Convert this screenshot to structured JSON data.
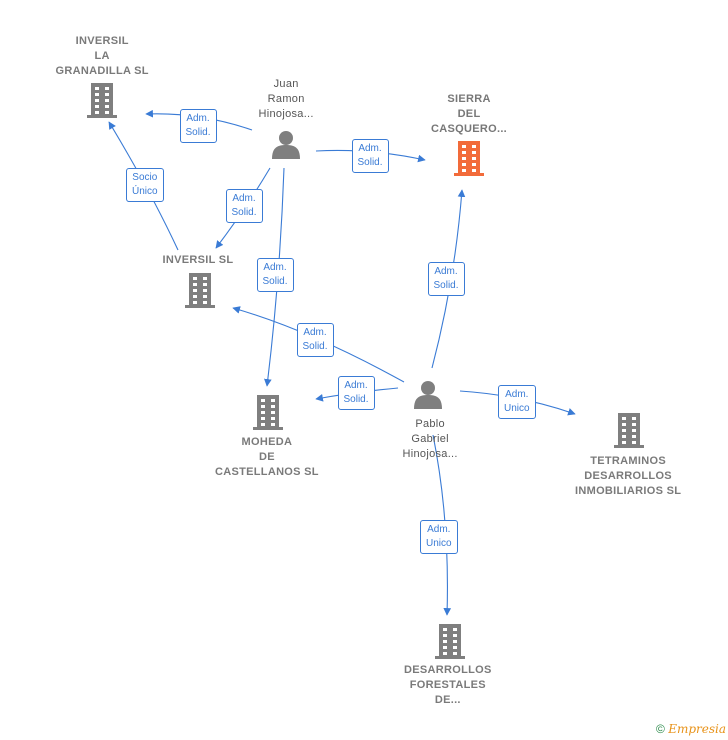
{
  "nodes": [
    {
      "id": "inversil_la_granadilla",
      "type": "company",
      "label": "INVERSIL\nLA\nGRANADILLA SL"
    },
    {
      "id": "juan_ramon",
      "type": "person",
      "label": "Juan\nRamon\nHinojosa..."
    },
    {
      "id": "sierra_del_casquero",
      "type": "company",
      "focus": true,
      "label": "SIERRA\nDEL\nCASQUERO..."
    },
    {
      "id": "inversil_sl",
      "type": "company",
      "label": "INVERSIL SL"
    },
    {
      "id": "moheda",
      "type": "company",
      "label": "MOHEDA\nDE\nCASTELLANOS SL"
    },
    {
      "id": "pablo_gabriel",
      "type": "person",
      "label": "Pablo\nGabriel\nHinojosa..."
    },
    {
      "id": "tetraminos",
      "type": "company",
      "label": "TETRAMINOS\nDESARROLLOS\nINMOBILIARIOS SL"
    },
    {
      "id": "desarrollos_forestales",
      "type": "company",
      "label": "DESARROLLOS\nFORESTALES\nDE..."
    }
  ],
  "edges": [
    {
      "from": "juan_ramon",
      "to": "inversil_la_granadilla",
      "label": "Adm.\nSolid."
    },
    {
      "from": "juan_ramon",
      "to": "sierra_del_casquero",
      "label": "Adm.\nSolid."
    },
    {
      "from": "inversil_sl",
      "to": "inversil_la_granadilla",
      "label": "Socio\nÚnico"
    },
    {
      "from": "juan_ramon",
      "to": "inversil_sl",
      "label": "Adm.\nSolid."
    },
    {
      "from": "juan_ramon",
      "to": "moheda",
      "label": "Adm.\nSolid."
    },
    {
      "from": "pablo_gabriel",
      "to": "sierra_del_casquero",
      "label": "Adm.\nSolid."
    },
    {
      "from": "pablo_gabriel",
      "to": "inversil_sl",
      "label": "Adm.\nSolid."
    },
    {
      "from": "pablo_gabriel",
      "to": "moheda",
      "label": "Adm.\nSolid."
    },
    {
      "from": "pablo_gabriel",
      "to": "tetraminos",
      "label": "Adm.\nUnico"
    },
    {
      "from": "pablo_gabriel",
      "to": "desarrollos_forestales",
      "label": "Adm.\nUnico"
    }
  ],
  "colors": {
    "edge": "#3a7bd5",
    "company_icon": "#7f7f7f",
    "focus_icon": "#f26b3a",
    "person_icon": "#7f7f7f",
    "copyright": "#2a8a4a",
    "brand": "#e8931a"
  },
  "footer": {
    "copyright_symbol": "©",
    "brand": "Empresia"
  }
}
